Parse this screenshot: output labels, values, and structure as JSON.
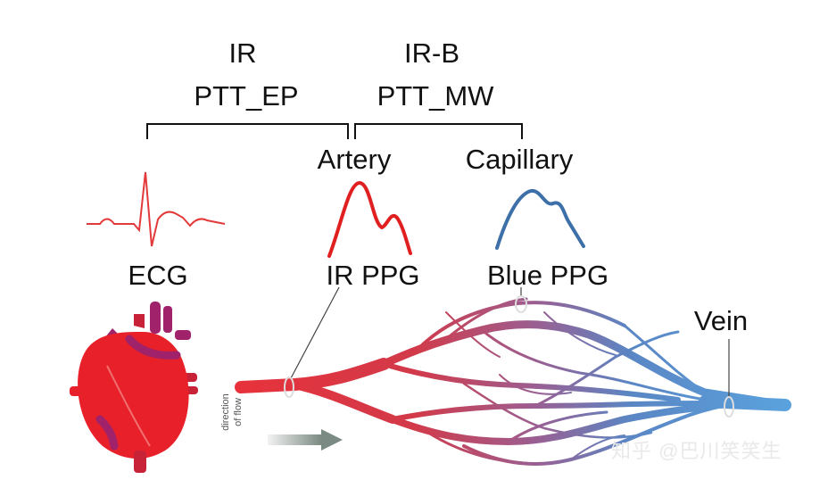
{
  "labels": {
    "ir_title": "IR",
    "ptt_ep": "PTT_EP",
    "irb_title": "IR-B",
    "ptt_mw": "PTT_MW",
    "artery": "Artery",
    "capillary": "Capillary",
    "ecg": "ECG",
    "ir_ppg": "IR PPG",
    "blue_ppg": "Blue PPG",
    "vein": "Vein",
    "direction_line1": "direction",
    "direction_line2": "of flow",
    "watermark": "知乎 @巴川笑笑生"
  },
  "colors": {
    "ecg": "#e23a3a",
    "ir_ppg": "#e02020",
    "blue_ppg": "#3d6fa8",
    "artery": "#e0343a",
    "vein": "#4e8fd0",
    "heart": "#e8202a",
    "heart_vessels": "#a0226a",
    "arrow": "#7b8a82"
  },
  "icons": {
    "heart": "heart-icon",
    "vessel_network": "blood-vessel-network",
    "flow_arrow": "arrow-right-icon"
  }
}
